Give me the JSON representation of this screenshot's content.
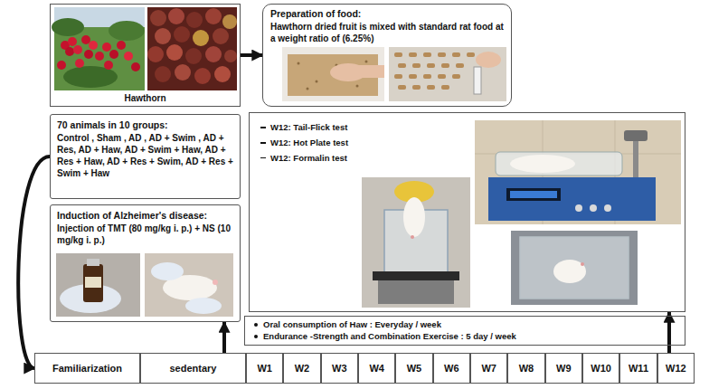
{
  "diagram": {
    "nodes": [
      {
        "text": [
          "Hawthorn"
        ]
      },
      {
        "text": [
          "Preparation of food:",
          "Hawthorn dried fruit is mixed with standard rat food at a weight ratio of (6.25%)"
        ]
      },
      {
        "text": [
          "70 animals in 10 groups:",
          "Control , Sham , AD , AD + Swim , AD + Res, AD + Haw, AD + Swim + Haw, AD + Res + Haw, AD + Res + Swim, AD + Res + Swim + Haw"
        ]
      },
      {
        "text": [
          "Induction of Alzheimer's disease:",
          "Injection of TMT (80 mg/kg i. p.) + NS (10 mg/kg i. p.)"
        ]
      },
      {
        "text": [
          "W12: Tail-Flick test",
          "W12: Hot Plate test",
          "W12: Formalin test"
        ]
      },
      {
        "text": [
          "Oral consumption of Haw : Everyday / week",
          "Endurance -Strength and Combination Exercise : 5 day / week"
        ]
      },
      {
        "text": [
          "Familiarization"
        ]
      },
      {
        "text": [
          "sedentary"
        ]
      },
      {
        "text": [
          "W1"
        ]
      },
      {
        "text": [
          "W2"
        ]
      },
      {
        "text": [
          "W3"
        ]
      },
      {
        "text": [
          "W4"
        ]
      },
      {
        "text": [
          "W5"
        ]
      },
      {
        "text": [
          "W6"
        ]
      },
      {
        "text": [
          "W7"
        ]
      },
      {
        "text": [
          "W8"
        ]
      },
      {
        "text": [
          "W9"
        ]
      },
      {
        "text": [
          "W10"
        ]
      },
      {
        "text": [
          "W11"
        ]
      },
      {
        "text": [
          "W12"
        ]
      }
    ],
    "edges": [
      {
        "from": 0,
        "to": 1,
        "arrow": "to"
      },
      {
        "from": 2,
        "to": 6,
        "arrow": "to"
      },
      {
        "from": 7,
        "to": 3,
        "arrow": "to"
      },
      {
        "from": 19,
        "to": 4,
        "arrow": "to"
      }
    ]
  }
}
